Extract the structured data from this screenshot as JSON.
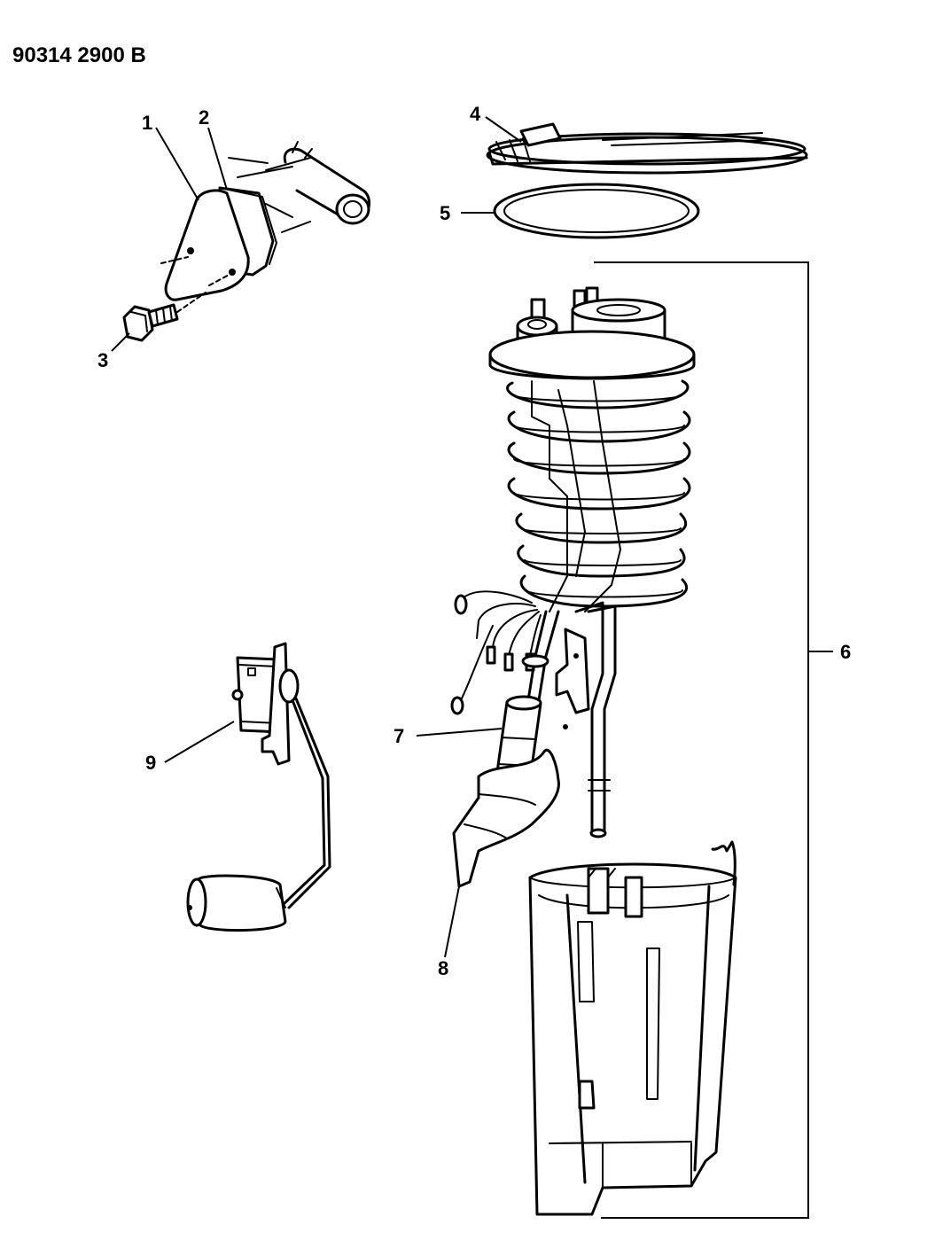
{
  "header": {
    "code": "90314 2900 B"
  },
  "callouts": {
    "c1": "1",
    "c2": "2",
    "c3": "3",
    "c4": "4",
    "c5": "5",
    "c6": "6",
    "c7": "7",
    "c8": "8",
    "c9": "9"
  }
}
